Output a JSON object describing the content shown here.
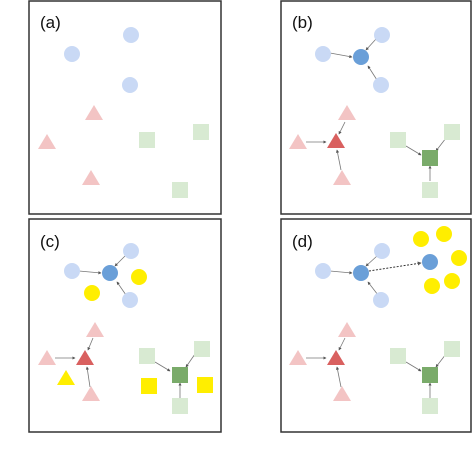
{
  "panels": [
    {
      "id": "a",
      "label": "(a)"
    },
    {
      "id": "b",
      "label": "(b)"
    },
    {
      "id": "c",
      "label": "(c)"
    },
    {
      "id": "d",
      "label": "(d)"
    }
  ],
  "colors": {
    "blue_light": "#c9d9f5",
    "blue_dark": "#6a9fd8",
    "red_light": "#f3c4c4",
    "red_dark": "#d9605f",
    "green_light": "#d8ead2",
    "green_dark": "#7aab6a",
    "yellow": "#ffee00",
    "frame": "#333333",
    "arrow": "#777777"
  },
  "caption_fragment": ""
}
